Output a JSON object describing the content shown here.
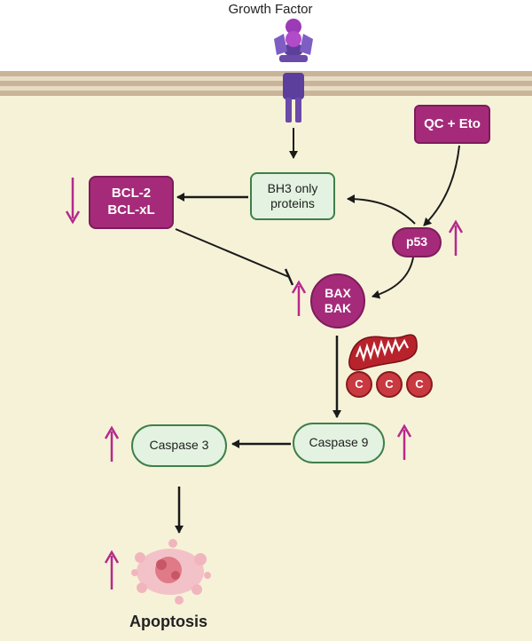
{
  "title": "Growth Factor",
  "nodes": {
    "bh3": "BH3 only\nproteins",
    "bcl": "BCL-2\nBCL-xL",
    "qc_eto": "QC + Eto",
    "p53": "p53",
    "bax": "BAX\nBAK",
    "caspase9": "Caspase 9",
    "caspase3": "Caspase 3",
    "apoptosis": "Apoptosis"
  },
  "cytochrome_c": [
    "C",
    "C",
    "C"
  ],
  "colors": {
    "magenta": "#a52b7a",
    "green_fill": "#e3f2e1",
    "green_border": "#3f7f4a",
    "cell": "#f6f2d8",
    "cyt_c": "#c83a3f",
    "mito": "#b8232b",
    "receptor": "#6b4aa8",
    "apoptotic_cell": "#e99aa3"
  },
  "icons": [
    "receptor-icon",
    "mitochondrion-icon",
    "apoptotic-cell-icon"
  ],
  "indicators": {
    "bcl": "down",
    "p53": "up",
    "bax": "up",
    "caspase9": "up",
    "caspase3": "up",
    "apoptosis": "up"
  }
}
